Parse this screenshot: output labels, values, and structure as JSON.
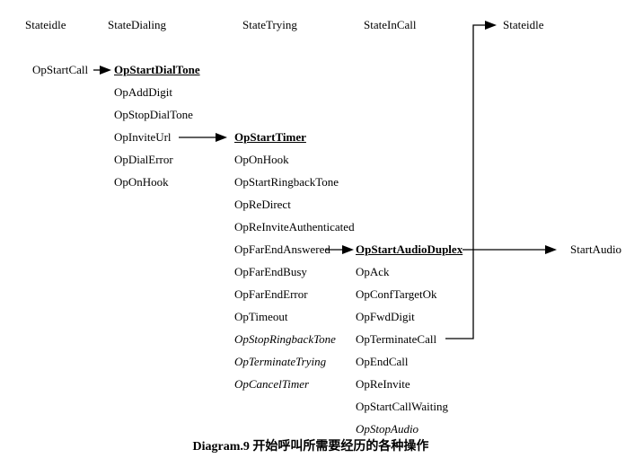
{
  "colors": {
    "background": "#ffffff",
    "text": "#000000",
    "line": "#000000"
  },
  "headers": {
    "state_idle": "Stateidle",
    "state_dialing": "StateDialing",
    "state_trying": "StateTrying",
    "state_in_call": "StateInCall",
    "state_idle_return": "Stateidle"
  },
  "source": {
    "op_start_call": "OpStartCall"
  },
  "columns": {
    "dialing": {
      "items": [
        "OpStartDialTone",
        "OpAddDigit",
        "OpStopDialTone",
        "OpInviteUrl",
        "OpDialError",
        "OpOnHook"
      ]
    },
    "trying": {
      "items": [
        "OpStartTimer",
        "OpOnHook",
        "OpStartRingbackTone",
        "OpReDirect",
        "OpReInviteAuthenticated",
        "OpFarEndAnswered",
        "OpFarEndBusy",
        "OpFarEndError",
        "OpTimeout",
        "OpStopRingbackTone",
        "OpTerminateTrying",
        "OpCancelTimer"
      ]
    },
    "in_call": {
      "items": [
        "OpStartAudioDuplex",
        "OpAck",
        "OpConfTargetOk",
        "OpFwdDigit",
        "OpTerminateCall",
        "OpEndCall",
        "OpReInvite",
        "OpStartCallWaiting",
        "OpStopAudio"
      ]
    }
  },
  "result": {
    "start_audio": "StartAudio"
  },
  "connections": [
    {
      "from": "OpStartCall",
      "to": "OpStartDialTone"
    },
    {
      "from": "OpInviteUrl",
      "to": "OpStartTimer"
    },
    {
      "from": "OpFarEndAnswered",
      "to": "OpStartAudioDuplex"
    },
    {
      "from": "OpStartAudioDuplex",
      "to": "StartAudio"
    },
    {
      "from": "OpTerminateCall",
      "to": "Stateidle"
    }
  ],
  "caption": {
    "text": "Diagram.9 开始呼叫所需要经历的各种操作"
  }
}
